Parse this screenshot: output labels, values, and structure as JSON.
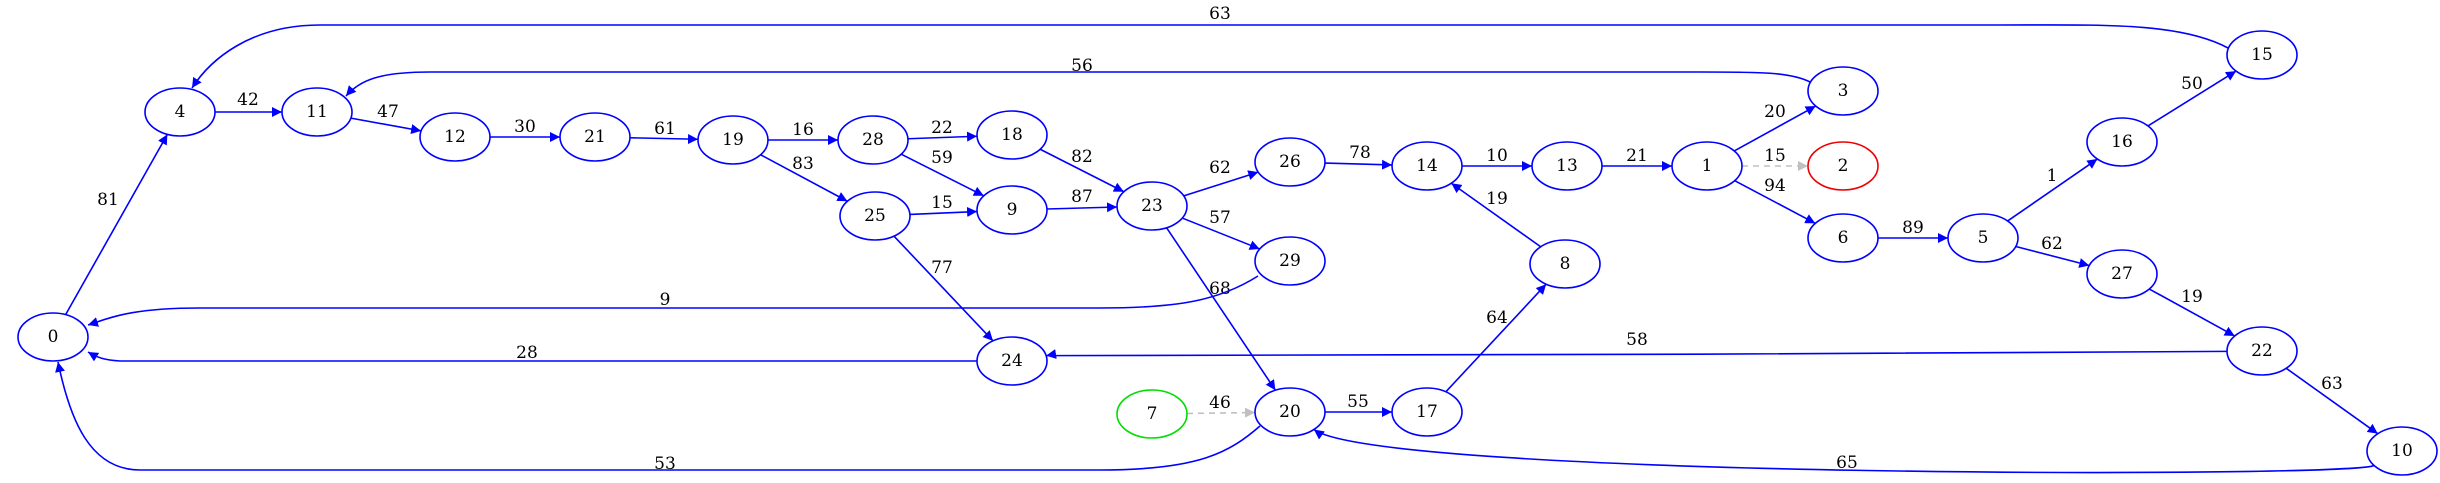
{
  "colors": {
    "edge": "#0000ff",
    "dashed_edge": "#c0c0c0",
    "node_default": "#0000ff",
    "node_start": "#00dd00",
    "node_target": "#ee0000",
    "text": "#000000"
  },
  "nodes": [
    {
      "id": "0",
      "label": "0",
      "style": "default"
    },
    {
      "id": "1",
      "label": "1",
      "style": "default"
    },
    {
      "id": "2",
      "label": "2",
      "style": "target"
    },
    {
      "id": "3",
      "label": "3",
      "style": "default"
    },
    {
      "id": "4",
      "label": "4",
      "style": "default"
    },
    {
      "id": "5",
      "label": "5",
      "style": "default"
    },
    {
      "id": "6",
      "label": "6",
      "style": "default"
    },
    {
      "id": "7",
      "label": "7",
      "style": "start"
    },
    {
      "id": "8",
      "label": "8",
      "style": "default"
    },
    {
      "id": "9",
      "label": "9",
      "style": "default"
    },
    {
      "id": "10",
      "label": "10",
      "style": "default"
    },
    {
      "id": "11",
      "label": "11",
      "style": "default"
    },
    {
      "id": "12",
      "label": "12",
      "style": "default"
    },
    {
      "id": "13",
      "label": "13",
      "style": "default"
    },
    {
      "id": "14",
      "label": "14",
      "style": "default"
    },
    {
      "id": "15",
      "label": "15",
      "style": "default"
    },
    {
      "id": "16",
      "label": "16",
      "style": "default"
    },
    {
      "id": "17",
      "label": "17",
      "style": "default"
    },
    {
      "id": "18",
      "label": "18",
      "style": "default"
    },
    {
      "id": "19",
      "label": "19",
      "style": "default"
    },
    {
      "id": "20",
      "label": "20",
      "style": "default"
    },
    {
      "id": "21",
      "label": "21",
      "style": "default"
    },
    {
      "id": "22",
      "label": "22",
      "style": "default"
    },
    {
      "id": "23",
      "label": "23",
      "style": "default"
    },
    {
      "id": "24",
      "label": "24",
      "style": "default"
    },
    {
      "id": "25",
      "label": "25",
      "style": "default"
    },
    {
      "id": "26",
      "label": "26",
      "style": "default"
    },
    {
      "id": "27",
      "label": "27",
      "style": "default"
    },
    {
      "id": "28",
      "label": "28",
      "style": "default"
    },
    {
      "id": "29",
      "label": "29",
      "style": "default"
    }
  ],
  "edges": [
    {
      "from": "0",
      "to": "4",
      "label": "81",
      "style": "solid"
    },
    {
      "from": "4",
      "to": "11",
      "label": "42",
      "style": "solid"
    },
    {
      "from": "11",
      "to": "12",
      "label": "47",
      "style": "solid"
    },
    {
      "from": "12",
      "to": "21",
      "label": "30",
      "style": "solid"
    },
    {
      "from": "21",
      "to": "19",
      "label": "61",
      "style": "solid"
    },
    {
      "from": "19",
      "to": "28",
      "label": "16",
      "style": "solid"
    },
    {
      "from": "19",
      "to": "25",
      "label": "83",
      "style": "solid"
    },
    {
      "from": "28",
      "to": "18",
      "label": "22",
      "style": "solid"
    },
    {
      "from": "28",
      "to": "9",
      "label": "59",
      "style": "solid"
    },
    {
      "from": "25",
      "to": "9",
      "label": "15",
      "style": "solid"
    },
    {
      "from": "25",
      "to": "24",
      "label": "77",
      "style": "solid"
    },
    {
      "from": "18",
      "to": "23",
      "label": "82",
      "style": "solid"
    },
    {
      "from": "9",
      "to": "23",
      "label": "87",
      "style": "solid"
    },
    {
      "from": "23",
      "to": "26",
      "label": "62",
      "style": "solid"
    },
    {
      "from": "23",
      "to": "29",
      "label": "57",
      "style": "solid"
    },
    {
      "from": "23",
      "to": "20",
      "label": "68",
      "style": "solid"
    },
    {
      "from": "26",
      "to": "14",
      "label": "78",
      "style": "solid"
    },
    {
      "from": "14",
      "to": "13",
      "label": "10",
      "style": "solid"
    },
    {
      "from": "13",
      "to": "1",
      "label": "21",
      "style": "solid"
    },
    {
      "from": "1",
      "to": "3",
      "label": "20",
      "style": "solid"
    },
    {
      "from": "1",
      "to": "2",
      "label": "15",
      "style": "dashed"
    },
    {
      "from": "1",
      "to": "6",
      "label": "94",
      "style": "solid"
    },
    {
      "from": "6",
      "to": "5",
      "label": "89",
      "style": "solid"
    },
    {
      "from": "5",
      "to": "16",
      "label": "1",
      "style": "solid"
    },
    {
      "from": "5",
      "to": "27",
      "label": "62",
      "style": "solid"
    },
    {
      "from": "16",
      "to": "15",
      "label": "50",
      "style": "solid"
    },
    {
      "from": "27",
      "to": "22",
      "label": "19",
      "style": "solid"
    },
    {
      "from": "22",
      "to": "10",
      "label": "63",
      "style": "solid"
    },
    {
      "from": "22",
      "to": "24",
      "label": "58",
      "style": "solid"
    },
    {
      "from": "10",
      "to": "20",
      "label": "65",
      "style": "solid"
    },
    {
      "from": "15",
      "to": "4",
      "label": "63",
      "style": "solid"
    },
    {
      "from": "3",
      "to": "11",
      "label": "56",
      "style": "solid"
    },
    {
      "from": "29",
      "to": "0",
      "label": "9",
      "style": "solid"
    },
    {
      "from": "24",
      "to": "0",
      "label": "28",
      "style": "solid"
    },
    {
      "from": "20",
      "to": "0",
      "label": "53",
      "style": "solid"
    },
    {
      "from": "20",
      "to": "17",
      "label": "55",
      "style": "solid"
    },
    {
      "from": "17",
      "to": "8",
      "label": "64",
      "style": "solid"
    },
    {
      "from": "8",
      "to": "14",
      "label": "19",
      "style": "solid"
    },
    {
      "from": "7",
      "to": "20",
      "label": "46",
      "style": "dashed"
    }
  ]
}
